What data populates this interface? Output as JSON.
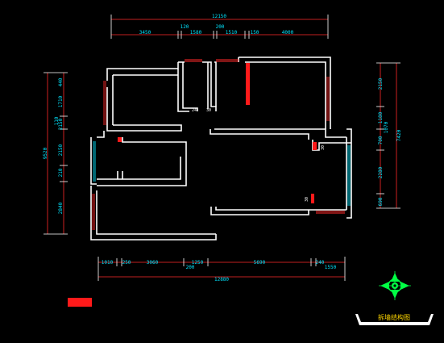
{
  "colors": {
    "background": "#000000",
    "wall": "#ffffff",
    "dimension_line": "#ff2a2a",
    "dimension_text": "#00e5ff",
    "compass": "#00ff44",
    "title": "#ffd700"
  },
  "dimensions": {
    "top_total": "12150",
    "top": [
      "3450",
      "120",
      "1580",
      "200",
      "1510",
      "150",
      "4000"
    ],
    "bottom": [
      "1010",
      "250",
      "3060",
      "1250",
      "200",
      "5690",
      "240",
      "1550"
    ],
    "bottom_total": "12880",
    "left_total": "9520",
    "left": [
      "440",
      "1710",
      "110",
      "2150",
      "2150",
      "210",
      "2840"
    ],
    "right_total": "7420",
    "right": [
      "2150",
      "1180",
      "1070",
      "700",
      "2280",
      "690"
    ]
  },
  "labels": {
    "tag_a": "24",
    "tag_b": "30",
    "tag_c": "30",
    "tag_d": "30"
  },
  "title": "拆墙结构图",
  "compass_icon": "compass-rose-icon"
}
